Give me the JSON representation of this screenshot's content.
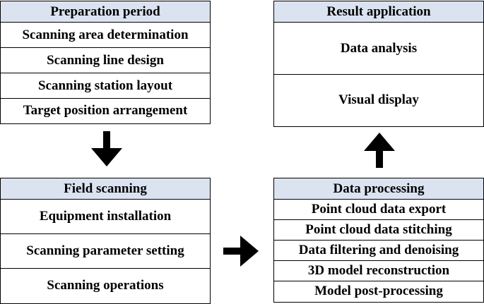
{
  "boxes": {
    "preparation": {
      "title": "Preparation period",
      "items": [
        "Scanning area determination",
        "Scanning line design",
        "Scanning station layout",
        "Target position arrangement"
      ]
    },
    "field": {
      "title": "Field scanning",
      "items": [
        "Equipment installation",
        "Scanning parameter setting",
        "Scanning operations"
      ]
    },
    "processing": {
      "title": "Data processing",
      "items": [
        "Point cloud data export",
        "Point cloud data stitching",
        "Data filtering and denoising",
        "3D model reconstruction",
        "Model post-processing"
      ]
    },
    "result": {
      "title": "Result application",
      "items": [
        "Data analysis",
        "Visual display"
      ]
    }
  },
  "colors": {
    "header_fill": "#dbe3f1",
    "border": "#000000",
    "arrow": "#000000"
  }
}
